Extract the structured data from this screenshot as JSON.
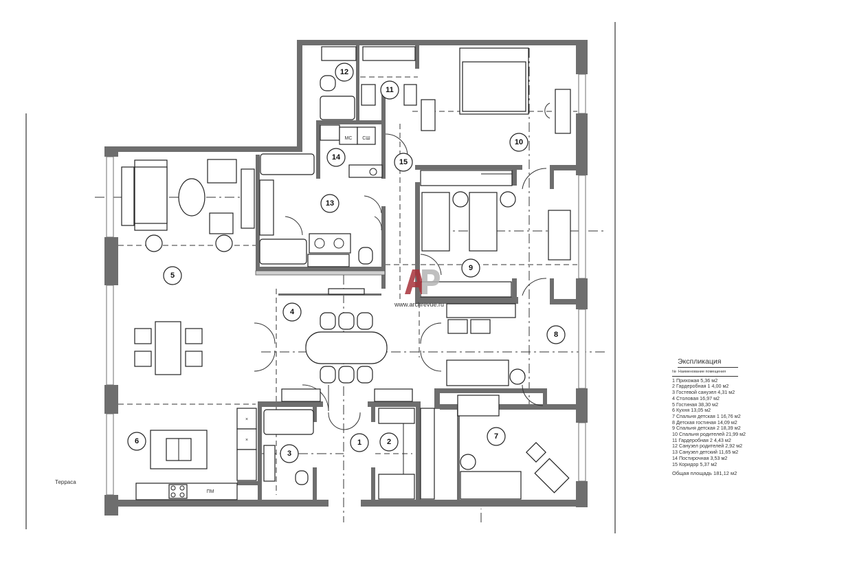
{
  "plan": {
    "rooms": [
      "1",
      "2",
      "3",
      "4",
      "5",
      "6",
      "7",
      "8",
      "9",
      "10",
      "11",
      "12",
      "13",
      "14",
      "15"
    ],
    "fixture_labels": {
      "ms": "МС",
      "ssh": "СШ",
      "pm": "ПМ"
    },
    "terrace_label": "Терраса",
    "watermark": {
      "logo": "АР",
      "url": "www.archrevue.ru"
    },
    "colors": {
      "wall": "#6e6e6e",
      "logo_red": "#a8323a",
      "logo_gray": "#b5b5b5"
    }
  },
  "legend": {
    "title": "Экспликация",
    "header_no": "№",
    "header_name": "Наименование помещения",
    "rows": [
      "1 Прихожая      5,36 м2",
      "2 Гардеробная 1    4,00 м2",
      "3 Гостевой санузел   4,31 м2",
      "4 Столовая  16,97 м2",
      "5 Гостиная  38,30 м2",
      "6 Кухня  13,05 м2",
      "7 Спальня детская 1   16,76 м2",
      "8 Детская гостиная   14,09 м2",
      "9 Спальня детская 2   18,39 м2",
      "10 Спальня родителей  21,99 м2",
      "11 Гардеробная 2   4,43 м2",
      "12 Санузел родителей   2,92 м2",
      "13 Санузел детский  11,65 м2",
      "14 Постирочная    3,53 м2",
      "15 Коридор   5,37 м2"
    ],
    "total": "Общая площадь 181,12 м2"
  }
}
